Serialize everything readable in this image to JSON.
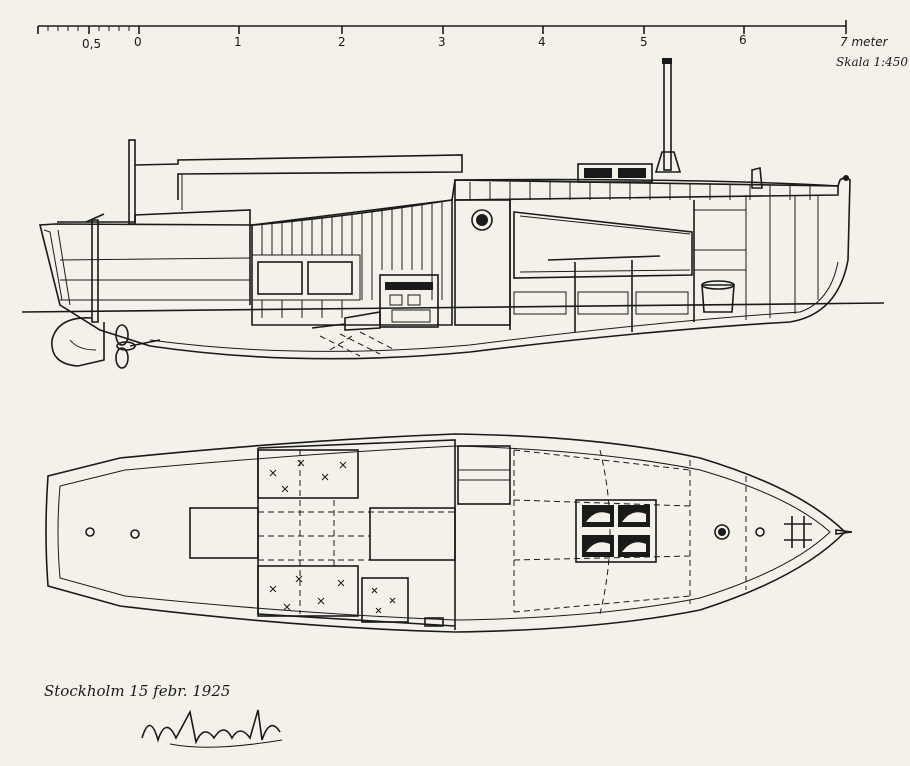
{
  "scale_bar": {
    "tick_labels": [
      "0,5",
      "0",
      "1",
      "2",
      "3",
      "4",
      "5",
      "6",
      "7 meter"
    ],
    "scale_text": "Skala 1:450"
  },
  "date_line": "Stockholm 15 febr. 1925",
  "signature": "A. Vinell",
  "views": {
    "profile": "side-elevation",
    "deck_plan": "plan-view"
  }
}
